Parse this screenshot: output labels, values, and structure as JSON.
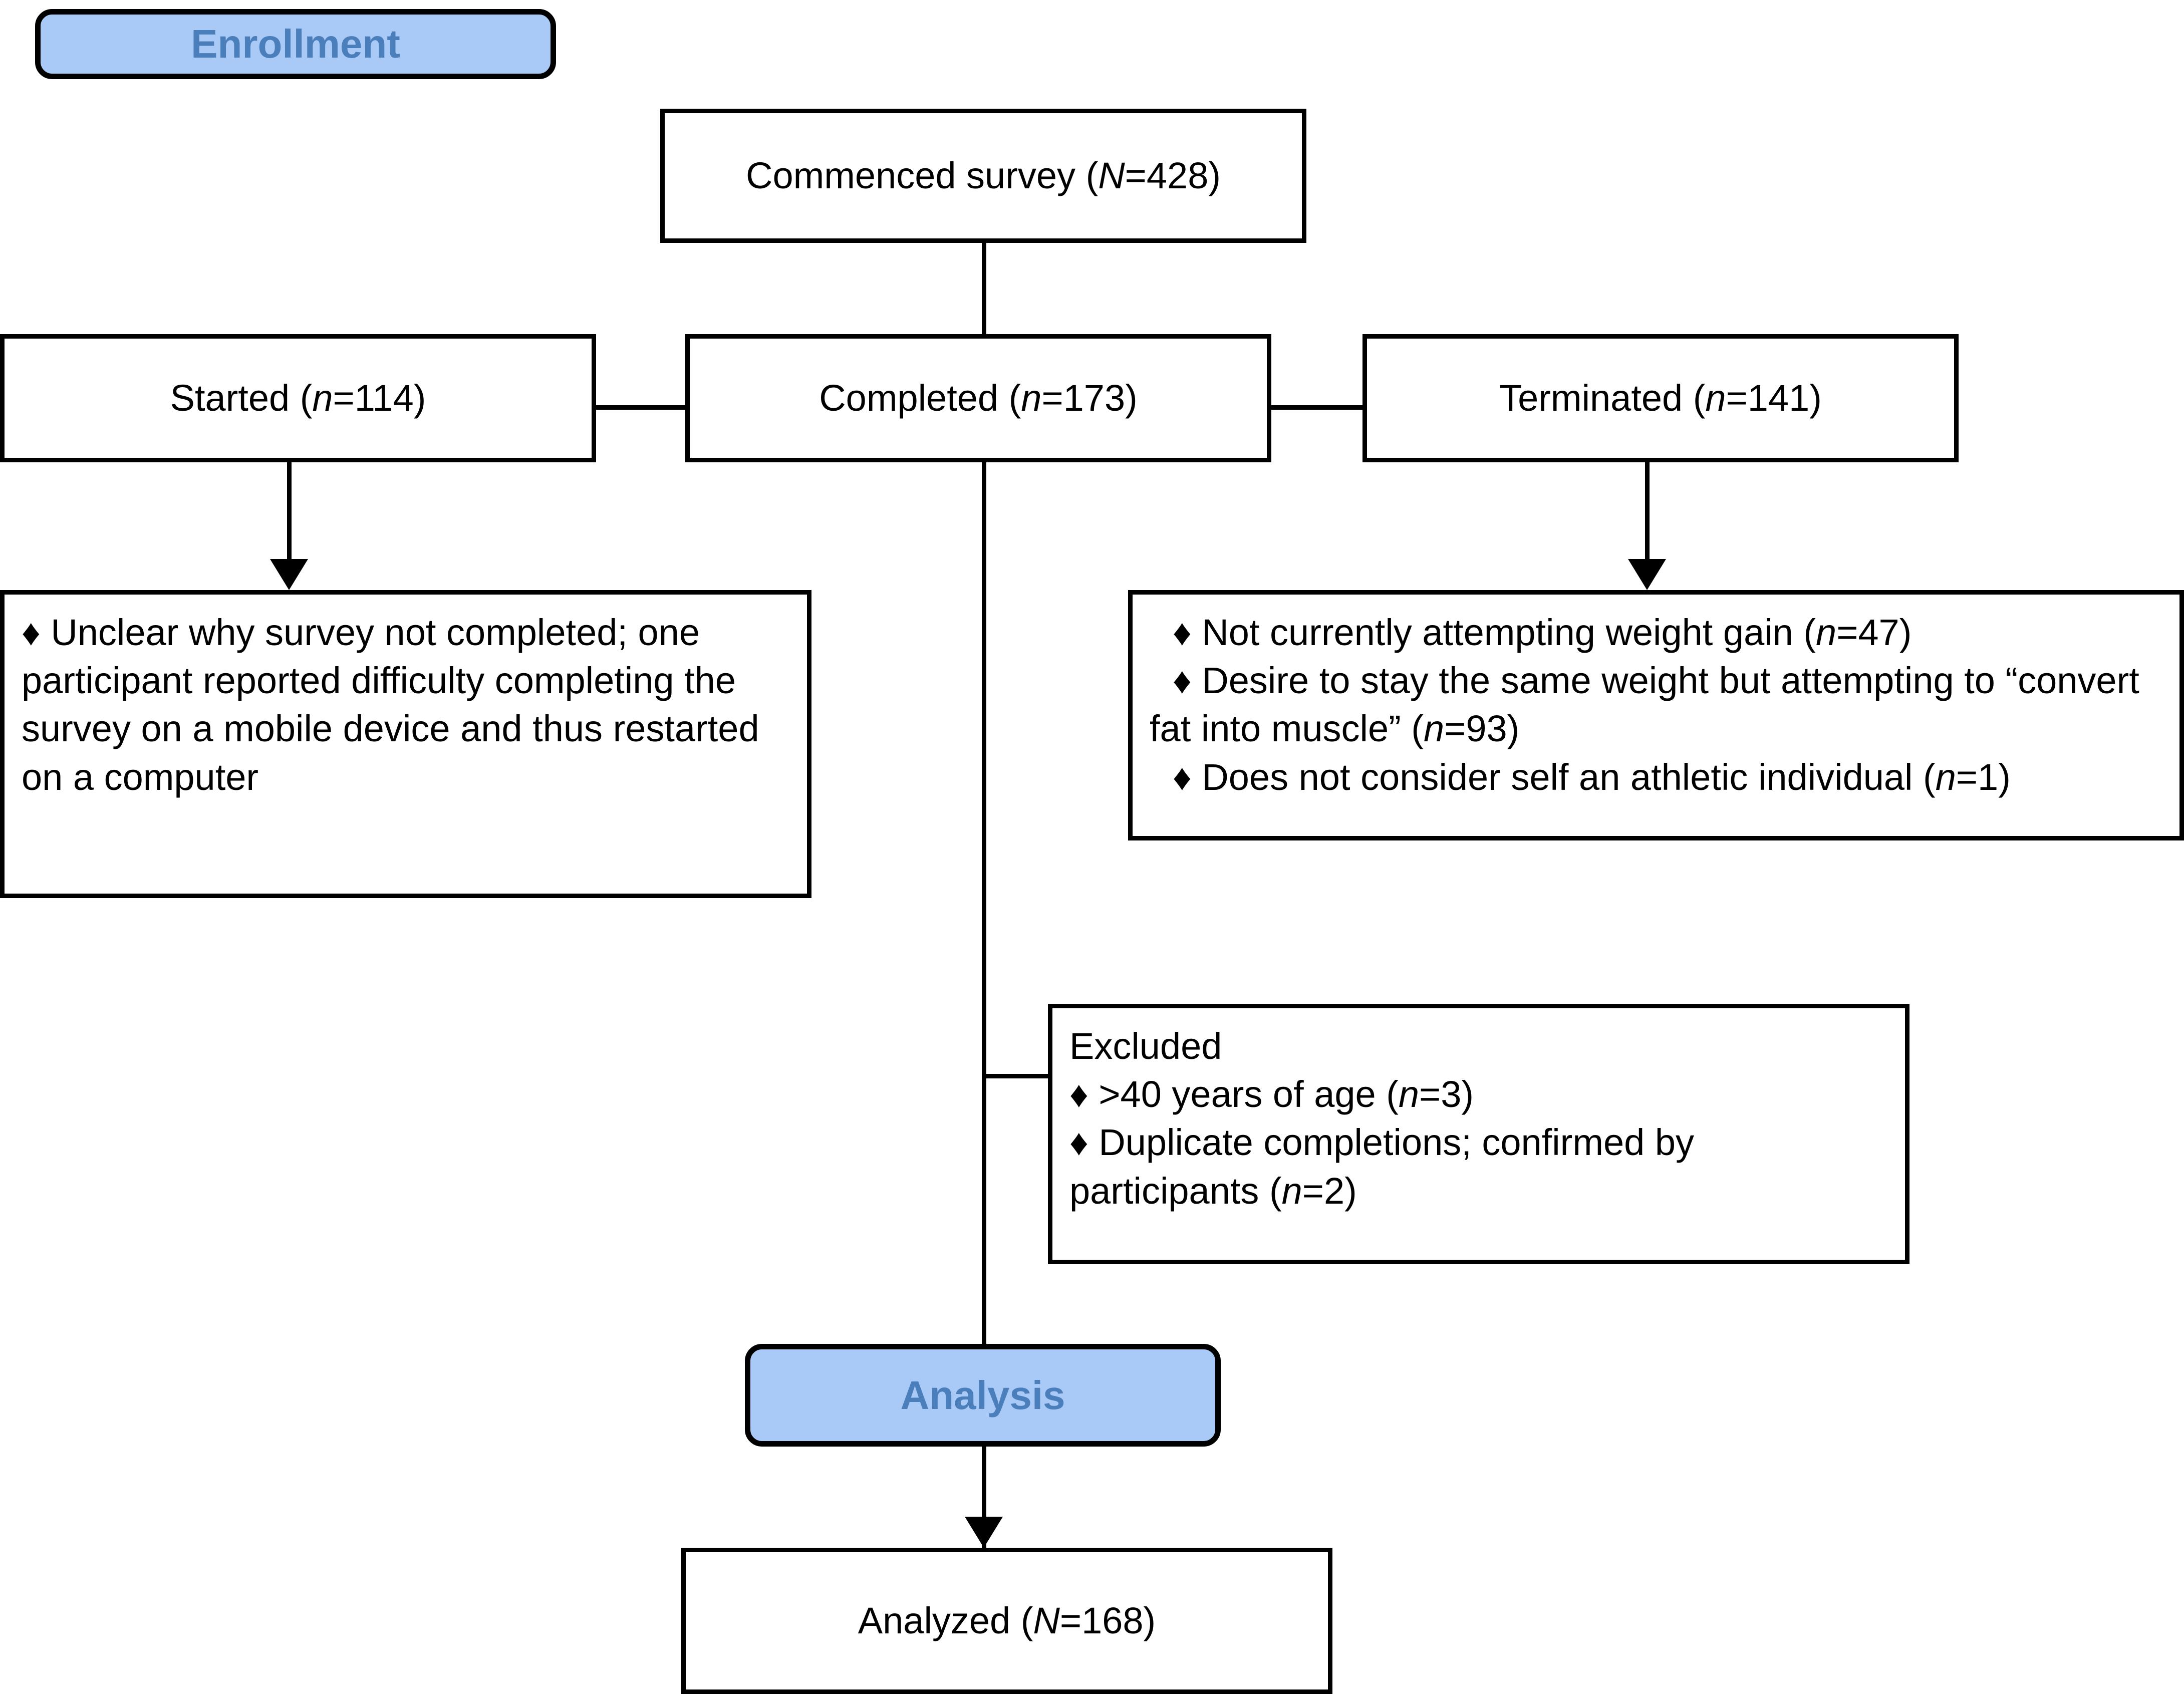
{
  "diagram": {
    "title": "Participant flow diagram",
    "accent_blue_fill": "#a9c9f7",
    "accent_blue_text": "#4a7fbc",
    "line_color": "#000000",
    "background": "#ffffff"
  },
  "stages": {
    "enrollment": "Enrollment",
    "analysis": "Analysis"
  },
  "nodes": {
    "commenced": {
      "text_prefix": "Commenced survey (",
      "symbol": "N",
      "text_suffix": "=428)",
      "full_text": "Commenced survey (N=428)",
      "count": 428
    },
    "started": {
      "text_prefix": "Started (",
      "symbol": "n",
      "text_suffix": "=114)",
      "full_text": "Started (n=114)",
      "count": 114
    },
    "completed": {
      "text_prefix": "Completed (",
      "symbol": "n",
      "text_suffix": "=173)",
      "full_text": "Completed (n=173)",
      "count": 173
    },
    "terminated": {
      "text_prefix": "Terminated (",
      "symbol": "n",
      "text_suffix": "=141)",
      "full_text": "Terminated (n=141)",
      "count": 141
    },
    "analyzed": {
      "text_prefix": "Analyzed (",
      "symbol": "N",
      "text_suffix": "=168)",
      "full_text": "Analyzed (N=168)",
      "count": 168
    }
  },
  "reason_boxes": {
    "started_reasons": {
      "bullet": "♦",
      "items": [
        {
          "text": "Unclear why survey not completed; one participant reported difficulty completing the survey on a mobile device and thus restarted on a computer"
        }
      ]
    },
    "terminated_reasons": {
      "bullet": "♦",
      "items": [
        {
          "text_prefix": "Not currently attempting weight gain (",
          "symbol": "n",
          "text_suffix": "=47)",
          "full_text": "Not currently attempting weight gain (n=47)",
          "count": 47
        },
        {
          "text_prefix": "Desire to stay the same weight but attempting to “convert fat into muscle” (",
          "symbol": "n",
          "text_suffix": "=93)",
          "full_text": "Desire to stay the same weight but attempting to “convert fat into muscle” (n=93)",
          "count": 93
        },
        {
          "text_prefix": "Does not consider self an athletic individual (",
          "symbol": "n",
          "text_suffix": "=1)",
          "full_text": "Does not consider self an athletic individual (n=1)",
          "count": 1
        }
      ]
    },
    "excluded": {
      "heading": "Excluded",
      "bullet": "♦",
      "items": [
        {
          "text_prefix": ">40 years of age (",
          "symbol": "n",
          "text_suffix": "=3)",
          "full_text": ">40 years of age (n=3)",
          "count": 3
        },
        {
          "text_prefix": "Duplicate completions; confirmed by participants (",
          "symbol": "n",
          "text_suffix": "=2)",
          "full_text": "Duplicate completions; confirmed by participants (n=2)",
          "count": 2
        }
      ]
    }
  }
}
